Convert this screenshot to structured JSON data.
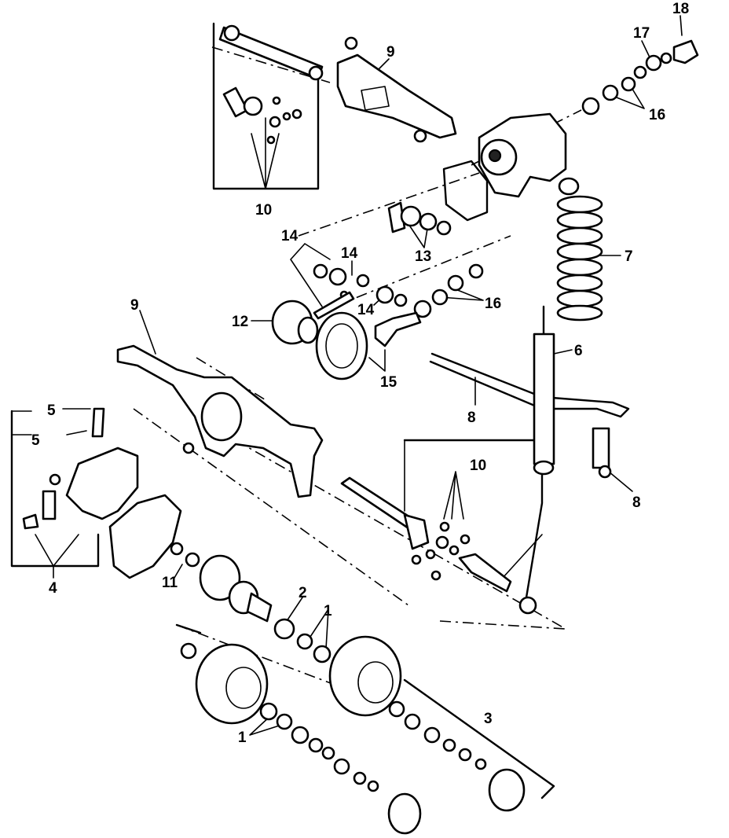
{
  "diagram": {
    "callouts": [
      {
        "id": "c18",
        "text": "18"
      },
      {
        "id": "c17",
        "text": "17"
      },
      {
        "id": "c9a",
        "text": "9"
      },
      {
        "id": "c16a",
        "text": "16"
      },
      {
        "id": "c10a",
        "text": "10"
      },
      {
        "id": "c7",
        "text": "7"
      },
      {
        "id": "c14a",
        "text": "14"
      },
      {
        "id": "c14b",
        "text": "14"
      },
      {
        "id": "c13",
        "text": "13"
      },
      {
        "id": "c14c",
        "text": "14"
      },
      {
        "id": "c16b",
        "text": "16"
      },
      {
        "id": "c12",
        "text": "12"
      },
      {
        "id": "c9b",
        "text": "9"
      },
      {
        "id": "c15",
        "text": "15"
      },
      {
        "id": "c6",
        "text": "6"
      },
      {
        "id": "c8a",
        "text": "8"
      },
      {
        "id": "c5a",
        "text": "5"
      },
      {
        "id": "c5b",
        "text": "5"
      },
      {
        "id": "c10b",
        "text": "10"
      },
      {
        "id": "c8b",
        "text": "8"
      },
      {
        "id": "c4",
        "text": "4"
      },
      {
        "id": "c11",
        "text": "11"
      },
      {
        "id": "c2",
        "text": "2"
      },
      {
        "id": "c1a",
        "text": "1"
      },
      {
        "id": "c3",
        "text": "3"
      },
      {
        "id": "c1b",
        "text": "1"
      }
    ]
  }
}
